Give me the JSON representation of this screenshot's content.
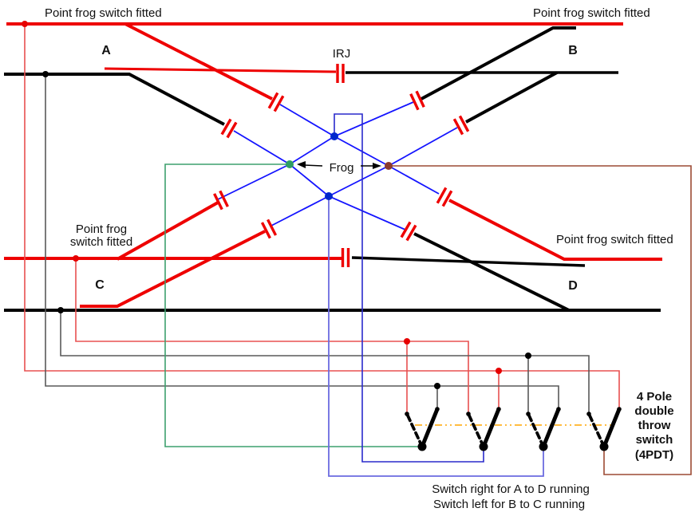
{
  "diagram": {
    "labels": {
      "pfs_top_left": "Point frog switch fitted",
      "pfs_top_right": "Point frog switch fitted",
      "pfs_mid_left_line1": "Point frog",
      "pfs_mid_left_line2": "switch fitted",
      "pfs_mid_right": "Point frog switch fitted",
      "track_a": "A",
      "track_b": "B",
      "track_c": "C",
      "track_d": "D",
      "irj": "IRJ",
      "frog": "Frog"
    },
    "switch": {
      "name_lines": [
        "4 Pole",
        "double",
        "throw",
        "switch",
        "(4PDT)"
      ],
      "caption_line1": "Switch right for A to D running",
      "caption_line2": "Switch left for B to C running"
    },
    "colors": {
      "rail_red": "#ee0000",
      "rail_black": "#000000",
      "frog_rail_blue": "#1414ff",
      "irj_red": "#ee0000",
      "wire_red": "#e85050",
      "wire_gray": "#595959",
      "wire_green": "#3da06e",
      "wire_brown": "#9c4a34",
      "wire_blue_dark": "#2a2acc",
      "wire_blue_light": "#6b6be0",
      "tie_bar_orange": "#ffa500",
      "dot_red": "#e60000",
      "dot_black": "#000000",
      "dot_green": "#2f9e63",
      "dot_brown": "#8b3a2e",
      "dot_blue": "#0026cc"
    }
  }
}
